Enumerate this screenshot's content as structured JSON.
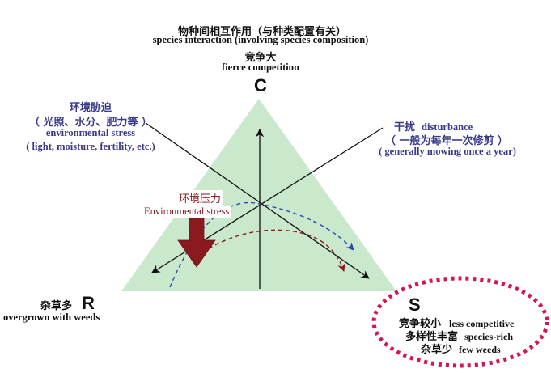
{
  "top": {
    "title_zh": "物种间相互作用（与种类配置有关）",
    "title_en": "species interaction (involving species composition)",
    "competition_zh": "竞争大",
    "competition_en": "fierce competition",
    "vertex": "C"
  },
  "left": {
    "line1_zh": "环境胁迫",
    "line2_zh": "（ 光照、水分、肥力等 ）",
    "line3_en": "environmental stress",
    "line4_en": "( light, moisture, fertility, etc.)"
  },
  "right": {
    "line1_zh": "干扰",
    "line1_en": "disturbance",
    "line2_zh": "（ 一般为每年一次修剪 ）",
    "line3_en": "( generally mowing once a year)"
  },
  "center": {
    "stress_zh": "环境压力",
    "stress_en": "Environmental stress"
  },
  "bottom_left": {
    "zh": "杂草多",
    "vertex": "R",
    "en": "overgrown with  weeds"
  },
  "bottom_right": {
    "vertex": "S",
    "rows": [
      {
        "zh": "竞争较小",
        "en": "less competitive"
      },
      {
        "zh": "多样性丰富",
        "en": "species-rich"
      },
      {
        "zh": "杂草少",
        "en": "few weeds"
      }
    ]
  },
  "colors": {
    "triangle": "#c9e8cc",
    "navy_text": "#3a3a8c",
    "stress_arrow": "#8b1a1f",
    "blue_dash": "#2a4ab0",
    "red_dash": "#8b1a1f",
    "ellipse": "#d4145a"
  }
}
